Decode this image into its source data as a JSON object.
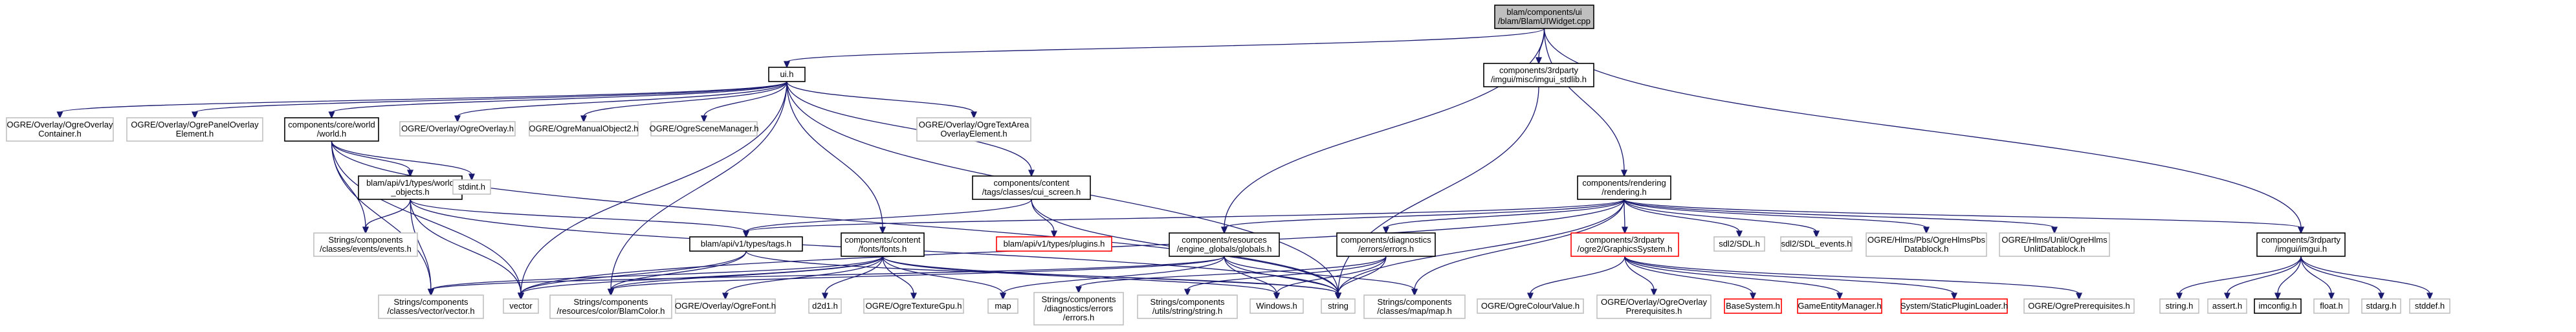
{
  "colors": {
    "edge": "#191970",
    "edge_light": "#b0b0b0",
    "node_fill": "#ffffff",
    "node_border": "#000000",
    "missing_border": "#bfbfbf",
    "root_fill": "#bfbfbf",
    "red_border": "#ff0000",
    "red_text": "#ff0000"
  },
  "nodes": [
    {
      "id": "root",
      "style": "root",
      "lines": [
        "blam/components/ui",
        "/blam/BlamUIWidget.cpp"
      ]
    },
    {
      "id": "ui_h",
      "style": "normal",
      "lines": [
        "ui.h"
      ]
    },
    {
      "id": "imgui_stdlib",
      "style": "normal",
      "lines": [
        "components/3rdparty",
        "/imgui/misc/imgui_stdlib.h"
      ]
    },
    {
      "id": "ogre_overlay_container",
      "style": "missing",
      "lines": [
        "OGRE/Overlay/OgreOverlay",
        "Container.h"
      ]
    },
    {
      "id": "ogre_panel_overlay",
      "style": "missing",
      "lines": [
        "OGRE/Overlay/OgrePanelOverlay",
        "Element.h"
      ]
    },
    {
      "id": "core_world",
      "style": "normal",
      "lines": [
        "components/core/world",
        "/world.h"
      ]
    },
    {
      "id": "ogre_overlay",
      "style": "missing",
      "lines": [
        "OGRE/Overlay/OgreOverlay.h"
      ]
    },
    {
      "id": "ogre_manual",
      "style": "missing",
      "lines": [
        "OGRE/OgreManualObject2.h"
      ]
    },
    {
      "id": "ogre_scene_manager",
      "style": "missing",
      "lines": [
        "OGRE/OgreSceneManager.h"
      ]
    },
    {
      "id": "ogre_text_area",
      "style": "missing",
      "lines": [
        "OGRE/Overlay/OgreTextArea",
        "OverlayElement.h"
      ]
    },
    {
      "id": "world_objects",
      "style": "normal",
      "lines": [
        "blam/api/v1/types/world",
        "_objects.h"
      ]
    },
    {
      "id": "stdint",
      "style": "missing",
      "lines": [
        "stdint.h"
      ]
    },
    {
      "id": "cui_screen",
      "style": "normal",
      "lines": [
        "components/content",
        "/tags/classes/cui_screen.h"
      ]
    },
    {
      "id": "rendering",
      "style": "normal",
      "lines": [
        "components/rendering",
        "/rendering.h"
      ]
    },
    {
      "id": "events",
      "style": "missing",
      "lines": [
        "Strings/components",
        "/classes/events/events.h"
      ]
    },
    {
      "id": "tags_h",
      "style": "normal",
      "lines": [
        "blam/api/v1/types/tags.h"
      ]
    },
    {
      "id": "fonts",
      "style": "normal",
      "lines": [
        "components/content",
        "/fonts/fonts.h"
      ]
    },
    {
      "id": "plugins",
      "style": "red",
      "lines": [
        "blam/api/v1/types/plugins.h"
      ]
    },
    {
      "id": "globals",
      "style": "normal",
      "lines": [
        "components/resources",
        "/engine_globals/globals.h"
      ]
    },
    {
      "id": "diag_errors",
      "style": "normal",
      "lines": [
        "components/diagnostics",
        "/errors/errors.h"
      ]
    },
    {
      "id": "graphics_system",
      "style": "red",
      "lines": [
        "components/3rdparty",
        "/ogre2/GraphicsSystem.h"
      ]
    },
    {
      "id": "sdl2",
      "style": "missing",
      "lines": [
        "sdl2/SDL.h"
      ]
    },
    {
      "id": "sdl2_events",
      "style": "missing",
      "lines": [
        "sdl2/SDL_events.h"
      ]
    },
    {
      "id": "hlms_pbs",
      "style": "missing",
      "lines": [
        "OGRE/Hlms/Pbs/OgreHlmsPbs",
        "Datablock.h"
      ]
    },
    {
      "id": "hlms_unlit",
      "style": "missing",
      "lines": [
        "OGRE/Hlms/Unlit/OgreHlms",
        "UnlitDatablock.h"
      ]
    },
    {
      "id": "imgui_h",
      "style": "normal",
      "lines": [
        "components/3rdparty",
        "/imgui/imgui.h"
      ]
    },
    {
      "id": "vector_h",
      "style": "missing",
      "lines": [
        "Strings/components",
        "/classes/vector/vector.h"
      ]
    },
    {
      "id": "vector",
      "style": "missing",
      "lines": [
        "vector"
      ]
    },
    {
      "id": "blamcolor",
      "style": "missing",
      "lines": [
        "Strings/components",
        "/resources/color/BlamColor.h"
      ]
    },
    {
      "id": "ogre_font",
      "style": "missing",
      "lines": [
        "OGRE/Overlay/OgreFont.h"
      ]
    },
    {
      "id": "d2d1",
      "style": "missing",
      "lines": [
        "d2d1.h"
      ]
    },
    {
      "id": "ogre_texture_gpu",
      "style": "missing",
      "lines": [
        "OGRE/OgreTextureGpu.h"
      ]
    },
    {
      "id": "map",
      "style": "missing",
      "lines": [
        "map"
      ]
    },
    {
      "id": "diag_errors_str",
      "style": "missing",
      "lines": [
        "Strings/components",
        "/diagnostics/errors",
        "/errors.h"
      ]
    },
    {
      "id": "utils_string",
      "style": "missing",
      "lines": [
        "Strings/components",
        "/utils/string/string.h"
      ]
    },
    {
      "id": "windows",
      "style": "missing",
      "lines": [
        "Windows.h"
      ]
    },
    {
      "id": "string",
      "style": "missing",
      "lines": [
        "string"
      ]
    },
    {
      "id": "map_h",
      "style": "missing",
      "lines": [
        "Strings/components",
        "/classes/map/map.h"
      ]
    },
    {
      "id": "ogre_colour_value",
      "style": "missing",
      "lines": [
        "OGRE/OgreColourValue.h"
      ]
    },
    {
      "id": "ogre_overlay_prereq",
      "style": "missing",
      "lines": [
        "OGRE/Overlay/OgreOverlay",
        "Prerequisites.h"
      ]
    },
    {
      "id": "base_system",
      "style": "red",
      "lines": [
        "BaseSystem.h"
      ]
    },
    {
      "id": "game_entity_manager",
      "style": "red",
      "lines": [
        "GameEntityManager.h"
      ]
    },
    {
      "id": "static_plugin_loader",
      "style": "red",
      "lines": [
        "System/StaticPluginLoader.h"
      ]
    },
    {
      "id": "ogre_prereq",
      "style": "missing",
      "lines": [
        "OGRE/OgrePrerequisites.h"
      ]
    },
    {
      "id": "string_h",
      "style": "missing",
      "lines": [
        "string.h"
      ]
    },
    {
      "id": "assert_h",
      "style": "missing",
      "lines": [
        "assert.h"
      ]
    },
    {
      "id": "imconfig",
      "style": "normal",
      "lines": [
        "imconfig.h"
      ]
    },
    {
      "id": "float_h",
      "style": "missing",
      "lines": [
        "float.h"
      ]
    },
    {
      "id": "stdarg",
      "style": "missing",
      "lines": [
        "stdarg.h"
      ]
    },
    {
      "id": "stddef",
      "style": "missing",
      "lines": [
        "stddef.h"
      ]
    }
  ],
  "edges": [
    [
      "root",
      "ui_h"
    ],
    [
      "root",
      "imgui_stdlib"
    ],
    [
      "root",
      "rendering"
    ],
    [
      "root",
      "globals"
    ],
    [
      "root",
      "imgui_h"
    ],
    [
      "ui_h",
      "ogre_overlay_container"
    ],
    [
      "ui_h",
      "ogre_panel_overlay"
    ],
    [
      "ui_h",
      "core_world"
    ],
    [
      "ui_h",
      "ogre_overlay"
    ],
    [
      "ui_h",
      "ogre_manual"
    ],
    [
      "ui_h",
      "ogre_scene_manager"
    ],
    [
      "ui_h",
      "ogre_text_area"
    ],
    [
      "ui_h",
      "cui_screen"
    ],
    [
      "ui_h",
      "fonts"
    ],
    [
      "ui_h",
      "vector"
    ],
    [
      "ui_h",
      "blamcolor"
    ],
    [
      "ui_h",
      "string"
    ],
    [
      "imgui_stdlib",
      "string"
    ],
    [
      "core_world",
      "world_objects"
    ],
    [
      "core_world",
      "stdint"
    ],
    [
      "core_world",
      "events"
    ],
    [
      "core_world",
      "vector_h"
    ],
    [
      "core_world",
      "vector"
    ],
    [
      "core_world",
      "string"
    ],
    [
      "world_objects",
      "events"
    ],
    [
      "world_objects",
      "tags_h"
    ],
    [
      "world_objects",
      "vector"
    ],
    [
      "world_objects",
      "vector_h"
    ],
    [
      "world_objects",
      "string"
    ],
    [
      "cui_screen",
      "tags_h"
    ],
    [
      "cui_screen",
      "plugins"
    ],
    [
      "cui_screen",
      "string"
    ],
    [
      "tags_h",
      "vector"
    ],
    [
      "tags_h",
      "blamcolor"
    ],
    [
      "tags_h",
      "string"
    ],
    [
      "fonts",
      "vector_h"
    ],
    [
      "fonts",
      "vector"
    ],
    [
      "fonts",
      "blamcolor"
    ],
    [
      "fonts",
      "ogre_font"
    ],
    [
      "fonts",
      "d2d1"
    ],
    [
      "fonts",
      "ogre_texture_gpu"
    ],
    [
      "fonts",
      "map"
    ],
    [
      "fonts",
      "windows"
    ],
    [
      "fonts",
      "string"
    ],
    [
      "globals",
      "vector_h"
    ],
    [
      "globals",
      "blamcolor"
    ],
    [
      "globals",
      "map"
    ],
    [
      "globals",
      "windows"
    ],
    [
      "globals",
      "string"
    ],
    [
      "globals",
      "map_h"
    ],
    [
      "diag_errors",
      "diag_errors_str"
    ],
    [
      "diag_errors",
      "utils_string"
    ],
    [
      "diag_errors",
      "windows"
    ],
    [
      "diag_errors",
      "string"
    ],
    [
      "rendering",
      "tags_h"
    ],
    [
      "rendering",
      "globals"
    ],
    [
      "rendering",
      "diag_errors"
    ],
    [
      "rendering",
      "graphics_system"
    ],
    [
      "rendering",
      "sdl2"
    ],
    [
      "rendering",
      "sdl2_events"
    ],
    [
      "rendering",
      "hlms_pbs"
    ],
    [
      "rendering",
      "hlms_unlit"
    ],
    [
      "rendering",
      "imgui_h"
    ],
    [
      "rendering",
      "string"
    ],
    [
      "rendering",
      "map_h"
    ],
    [
      "rendering",
      "vector"
    ],
    [
      "graphics_system",
      "ogre_colour_value"
    ],
    [
      "graphics_system",
      "ogre_overlay_prereq"
    ],
    [
      "graphics_system",
      "base_system"
    ],
    [
      "graphics_system",
      "game_entity_manager"
    ],
    [
      "graphics_system",
      "static_plugin_loader"
    ],
    [
      "graphics_system",
      "ogre_prereq"
    ],
    [
      "imgui_h",
      "string_h"
    ],
    [
      "imgui_h",
      "assert_h"
    ],
    [
      "imgui_h",
      "imconfig"
    ],
    [
      "imgui_h",
      "float_h"
    ],
    [
      "imgui_h",
      "stdarg"
    ],
    [
      "imgui_h",
      "stddef"
    ]
  ]
}
